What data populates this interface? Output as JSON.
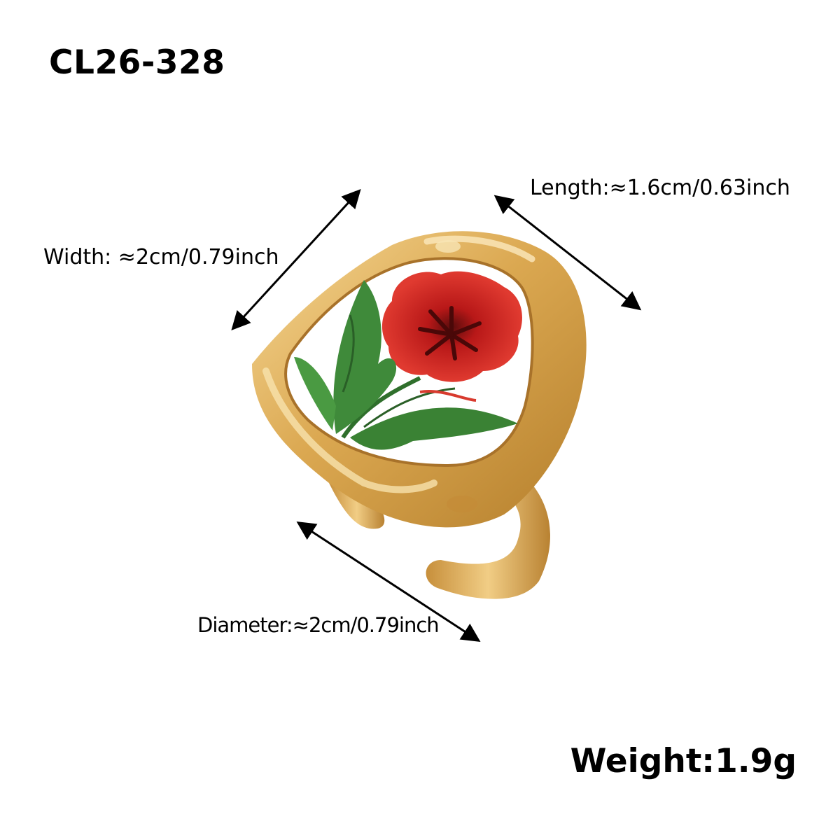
{
  "product": {
    "code": "CL26-328",
    "weight_label": "Weight:1.9g"
  },
  "dimensions": {
    "length": "Length:≈1.6cm/0.63inch",
    "width": "Width: ≈2cm/0.79inch",
    "diameter": "Diameter:≈2cm/0.79inch"
  },
  "colors": {
    "gold": "#d9a54e",
    "gold_light": "#f3d38f",
    "gold_dark": "#b17f2e",
    "flower": "#d21e1e",
    "leaf": "#3f8a3a"
  },
  "icons": [
    "double-arrow-icon",
    "ring-image"
  ]
}
